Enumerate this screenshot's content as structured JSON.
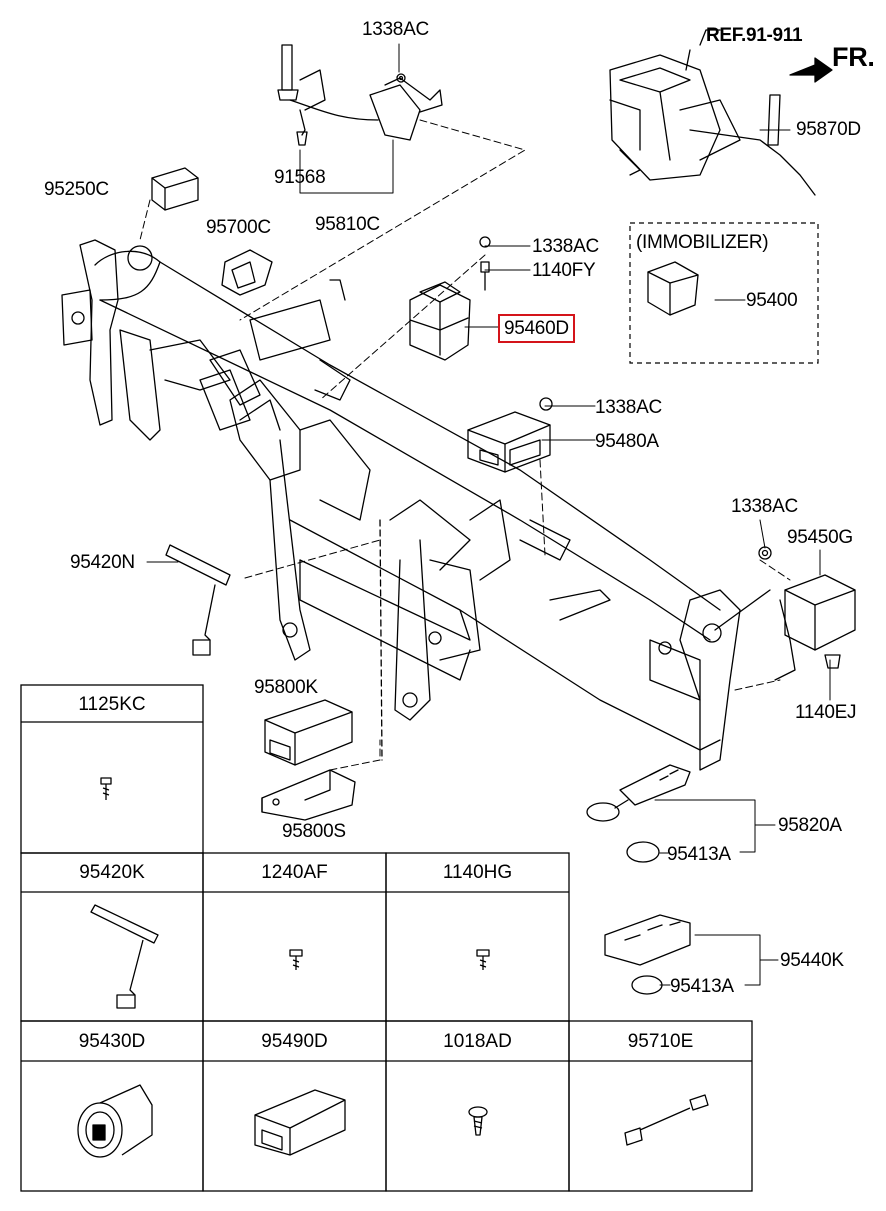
{
  "header": {
    "ref": "REF.91-911",
    "direction": "FR."
  },
  "immobilizer": {
    "title": "(IMMOBILIZER)",
    "part": "95400"
  },
  "callouts": {
    "c1338ac_top": "1338AC",
    "c91568": "91568",
    "c95810c": "95810C",
    "c95250c": "95250C",
    "c95700c": "95700C",
    "c1338ac_mid": "1338AC",
    "c1140fy": "1140FY",
    "c95460d": "95460D",
    "c95870d": "95870D",
    "c1338ac_r": "1338AC",
    "c95480a": "95480A",
    "c1338ac_rr": "1338AC",
    "c95450g": "95450G",
    "c95420n": "95420N",
    "c95800k": "95800K",
    "c95800s": "95800S",
    "c1140ej": "1140EJ",
    "c95820a": "95820A",
    "c95413a_1": "95413A",
    "c95440k": "95440K",
    "c95413a_2": "95413A"
  },
  "highlight_color": "#d4141a",
  "parts_table": {
    "row1": [
      "1125KC"
    ],
    "row2": [
      "95420K",
      "1240AF",
      "1140HG"
    ],
    "row3": [
      "95430D",
      "95490D",
      "1018AD",
      "95710E"
    ]
  }
}
